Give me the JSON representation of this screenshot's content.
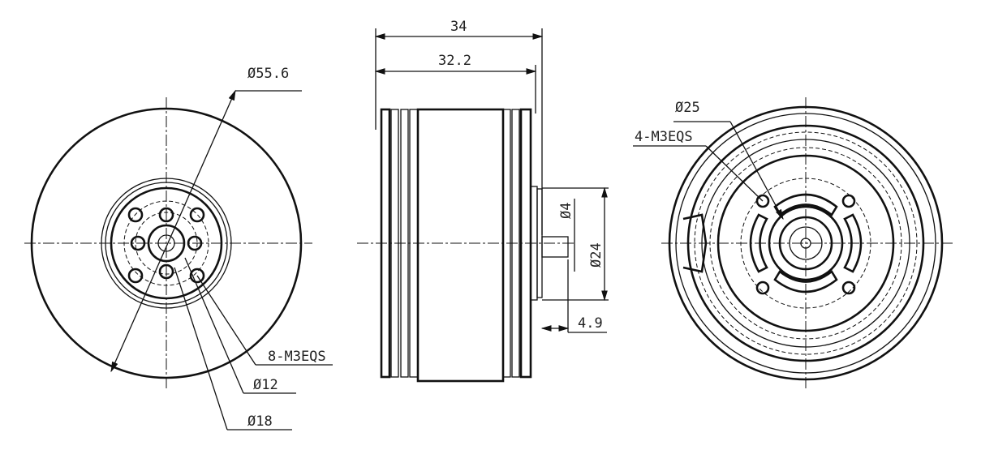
{
  "drawing": {
    "front_view": {
      "outer_diameter": "Ø55.6",
      "holes": "8-M3EQS",
      "inner_diameter_1": "Ø12",
      "inner_diameter_2": "Ø18"
    },
    "side_view": {
      "overall_length": "34",
      "body_length": "32.2",
      "shaft_diameter": "Ø4",
      "hub_diameter": "Ø24",
      "shaft_length": "4.9"
    },
    "rear_view": {
      "bolt_circle": "Ø25",
      "holes": "4-M3EQS"
    }
  }
}
